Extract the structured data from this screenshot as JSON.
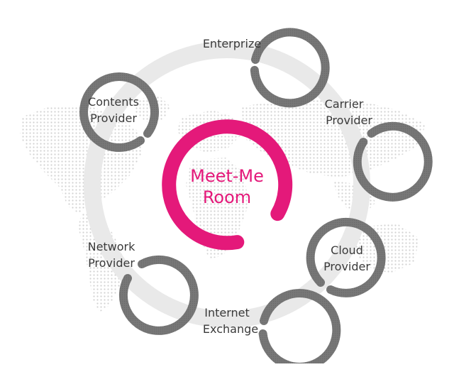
{
  "center": {
    "lines": [
      "Meet-Me",
      "Room"
    ],
    "color": "#e4197a"
  },
  "nodes": [
    {
      "id": "enterprize",
      "lines": [
        "Enterprize"
      ]
    },
    {
      "id": "carrier-provider",
      "lines": [
        "Carrier",
        "Provider"
      ]
    },
    {
      "id": "cloud-provider",
      "lines": [
        "Cloud",
        "Provider"
      ]
    },
    {
      "id": "internet-exchange",
      "lines": [
        "Internet",
        "Exchange"
      ]
    },
    {
      "id": "network-provider",
      "lines": [
        "Network",
        "Provider"
      ]
    },
    {
      "id": "contents-provider",
      "lines": [
        "Contents",
        "Provider"
      ]
    }
  ],
  "colors": {
    "node_ring": "#767676",
    "orbit_ring": "#e9e9e9",
    "map_dots": "#d2d2d2",
    "node_text": "#3a3a3a"
  }
}
